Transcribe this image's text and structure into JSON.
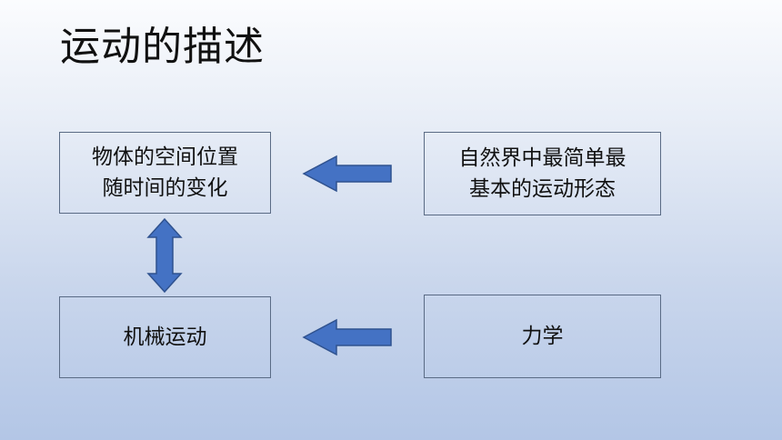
{
  "slide": {
    "title": "运动的描述"
  },
  "diagram": {
    "boxes": {
      "top_left": "物体的空间位置\n随时间的变化",
      "top_right": "自然界中最简单最\n基本的运动形态",
      "bottom_left": "机械运动",
      "bottom_right": "力学"
    },
    "arrows": [
      {
        "from": "top_right",
        "to": "top_left",
        "direction": "left"
      },
      {
        "from": "bottom_right",
        "to": "bottom_left",
        "direction": "left"
      },
      {
        "between": [
          "top_left",
          "bottom_left"
        ],
        "direction": "both-vertical"
      }
    ],
    "arrow_color": "#4472c4",
    "arrow_border_color": "#2f528f",
    "box_border_color": "#5a6b85"
  }
}
